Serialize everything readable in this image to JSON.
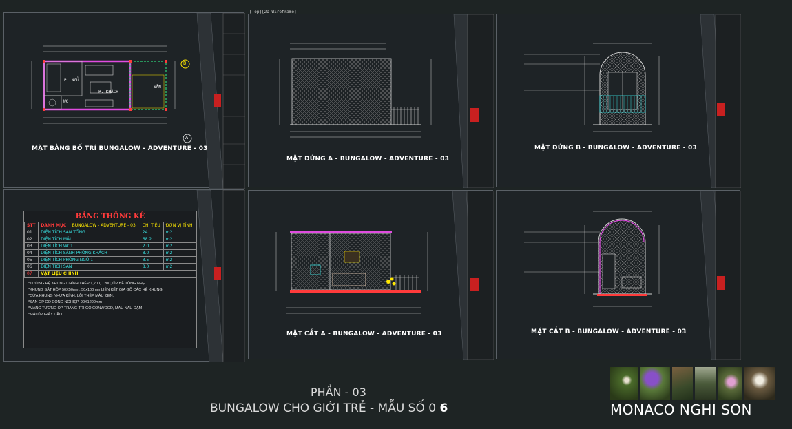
{
  "viewport_label": "[Top][2D Wireframe]",
  "sheets": {
    "plan": {
      "title": "MẶT BẰNG BỐ TRÍ BUNGALOW - ADVENTURE - 03",
      "room_bed": "P. NGỦ",
      "room_living": "P. KHÁCH",
      "room_wc": "WC",
      "room_deck": "SÂN",
      "axis_a": "A",
      "axis_b": "B"
    },
    "elev_a": {
      "title": "MẶT ĐỨNG A - BUNGALOW - ADVENTURE - 03"
    },
    "elev_b": {
      "title": "MẶT ĐỨNG B - BUNGALOW - ADVENTURE - 03"
    },
    "sect_a": {
      "title": "MẶT CẮT A - BUNGALOW - ADVENTURE - 03"
    },
    "sect_b": {
      "title": "MẶT CẮT B - BUNGALOW - ADVENTURE - 03"
    }
  },
  "stats": {
    "title": "BẢNG THỐNG KÊ",
    "headers": [
      "STT",
      "DANH MỤC",
      "BUNGALOW - ADVENTURE - 03",
      "CHỈ TIÊU",
      "ĐƠN VỊ TÍNH"
    ],
    "rows": [
      [
        "01",
        "DIỆN TÍCH SÀN TỔNG",
        "24",
        "m2"
      ],
      [
        "02",
        "DIỆN TÍCH MÁI",
        "68.2",
        "m2"
      ],
      [
        "03",
        "DIỆN TÍCH WC1",
        "2.0",
        "m2"
      ],
      [
        "04",
        "DIỆN TÍCH SẢNH PHÒNG KHÁCH",
        "8.0",
        "m2"
      ],
      [
        "05",
        "DIỆN TÍCH PHÒNG NGỦ 1",
        "3.5",
        "m2"
      ],
      [
        "06",
        "DIỆN TÍCH SÂN",
        "8.0",
        "m2"
      ]
    ],
    "materials_no": "07",
    "materials_title": "VẬT LIỆU CHÍNH",
    "notes": [
      "*TƯỜNG HỆ KHUNG CHÍNH THÉP 1,200, 1200, ỐP BỀ TÔNG NHẸ",
      "*KHUNG SẮT HỘP 50X50mm, 50x100mm LIÊN KẾT GIA GỖ CÁC HỆ KHUNG",
      "*CỬA KHUNG NHỰA KÍNH, LÕI THÉP MÀU ĐEN,",
      "*SÀN ỐP GỖ CÔNG NGHIỆP, 90X1200mm",
      "*MẢNG TƯỜNG ỐP TRANG TRÍ GỖ CONWOOD, MÀU NÂU ĐẬM",
      "*MÁI ỐP GIẤY DẦU"
    ]
  },
  "caption": {
    "line1": "PHẦN -  03",
    "line2_main": "BUNGALOW CHO GIỚI TRẺ - MẪU SỐ 0 ",
    "line2_num": "6"
  },
  "brand": "MONACO NGHI SON",
  "colors": {
    "background": "#1e2424",
    "sheet": "#1e2326",
    "cad_red": "#ff3b3b",
    "cad_cyan": "#38e0e0",
    "cad_yellow": "#ffe800"
  }
}
